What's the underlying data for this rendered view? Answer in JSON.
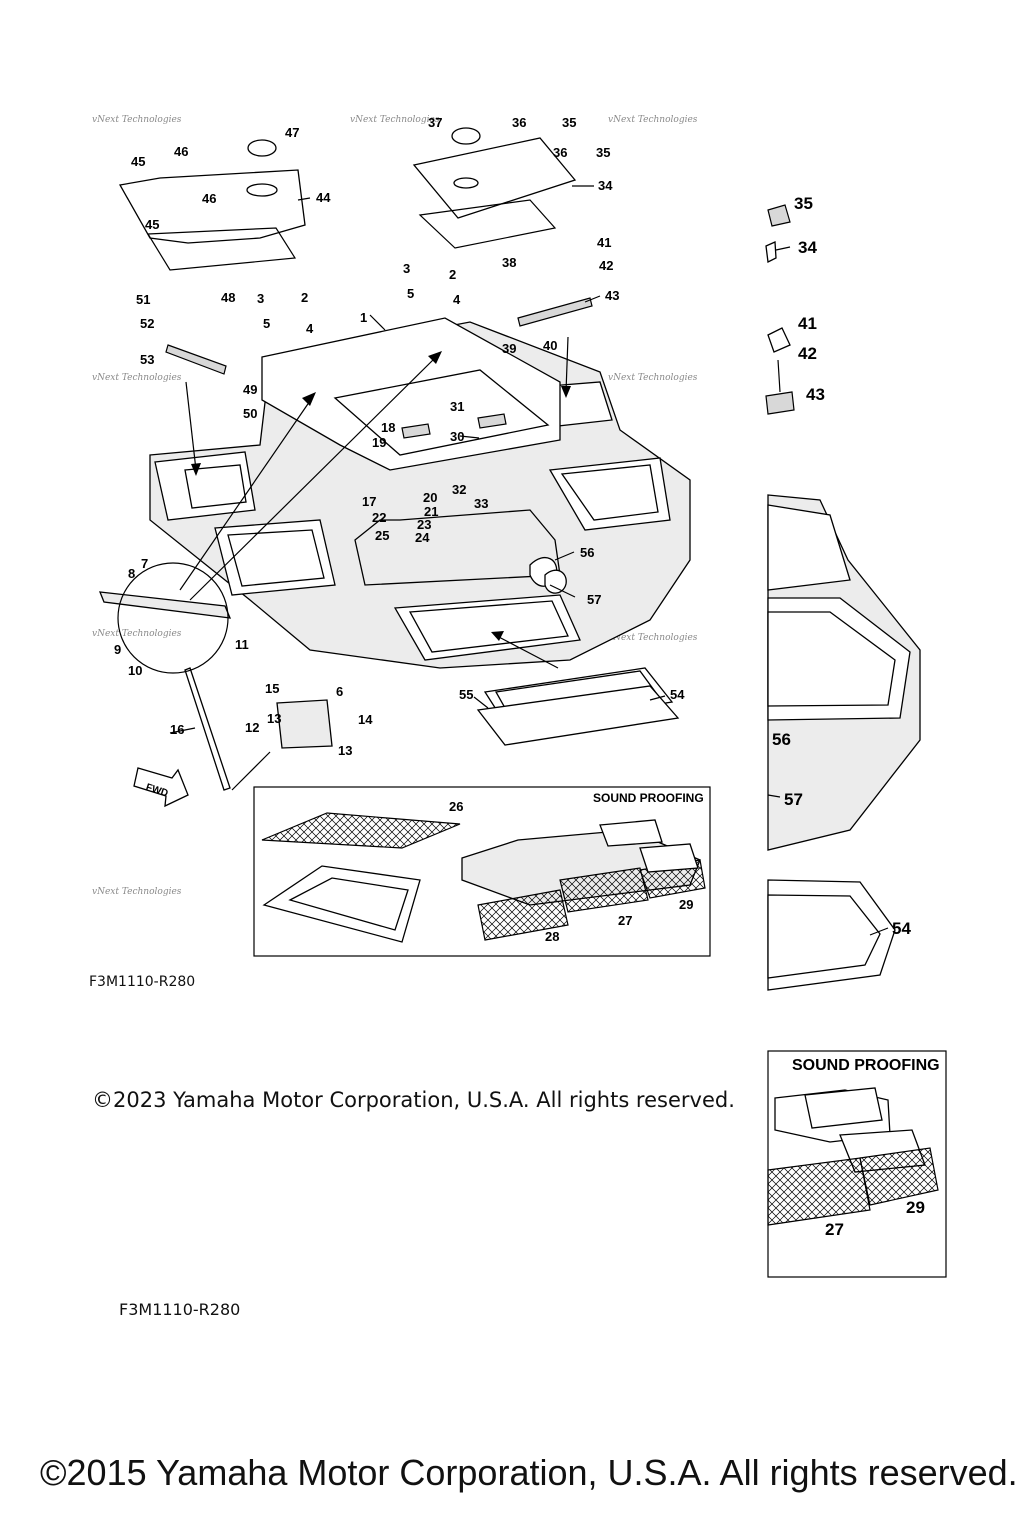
{
  "diagram_code_main": "F3M1110-R280",
  "diagram_code_detail": "F3M1110-R280",
  "copyright_main": "©2023 Yamaha Motor Corporation, U.S.A. All rights reserved.",
  "copyright_footer": "©2015 Yamaha Motor Corporation, U.S.A. All rights reserved.",
  "inset_title": "SOUND PROOFING",
  "detail_inset_title": "SOUND PROOFING",
  "direction_label": "FWD",
  "watermark": "vNext Technologies",
  "callouts": {
    "c1": "1",
    "c2a": "2",
    "c2b": "2",
    "c3a": "3",
    "c3b": "3",
    "c4a": "4",
    "c4b": "4",
    "c5a": "5",
    "c5b": "5",
    "c6": "6",
    "c7": "7",
    "c8": "8",
    "c9": "9",
    "c10": "10",
    "c11": "11",
    "c12": "12",
    "c13a": "13",
    "c13b": "13",
    "c14": "14",
    "c15": "15",
    "c16": "16",
    "c17": "17",
    "c18": "18",
    "c19": "19",
    "c20": "20",
    "c21": "21",
    "c22": "22",
    "c23": "23",
    "c24": "24",
    "c25": "25",
    "c26": "26",
    "c27": "27",
    "c28": "28",
    "c29": "29",
    "c30": "30",
    "c31": "31",
    "c32": "32",
    "c33": "33",
    "c34": "34",
    "c35a": "35",
    "c35b": "35",
    "c36a": "36",
    "c36b": "36",
    "c37": "37",
    "c38": "38",
    "c39": "39",
    "c40": "40",
    "c41": "41",
    "c42": "42",
    "c43": "43",
    "c44": "44",
    "c45a": "45",
    "c45b": "45",
    "c46a": "46",
    "c46b": "46",
    "c47": "47",
    "c48": "48",
    "c49": "49",
    "c50": "50",
    "c51": "51",
    "c52": "52",
    "c53": "53",
    "c54": "54",
    "c55": "55",
    "c56": "56",
    "c57": "57"
  },
  "detail_callouts": {
    "d35": "35",
    "d34": "34",
    "d41": "41",
    "d42": "42",
    "d43": "43",
    "d56": "56",
    "d57": "57",
    "d54": "54",
    "d27": "27",
    "d29": "29"
  }
}
